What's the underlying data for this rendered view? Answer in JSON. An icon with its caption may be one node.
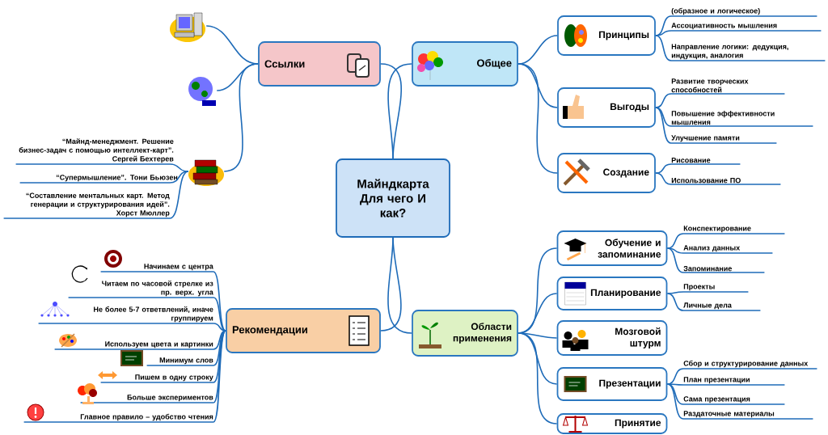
{
  "diagram": {
    "nodes": [
      {
        "text": [
          "Майндкарта Для чего И как?"
        ]
      },
      {
        "text": [
          "Ссылки"
        ]
      },
      {
        "text": [],
        "shape": "picture"
      },
      {
        "text": [],
        "shape": "picture"
      },
      {
        "text": [],
        "shape": "picture"
      },
      {
        "text": [
          "“Майнд-менеджмент. Решение бизнес-задач с помощью интеллект-карт”. Сергей Бехтерев"
        ]
      },
      {
        "text": [
          "“Супермышление”. Тони Бьюзен"
        ]
      },
      {
        "text": [
          "“Составление ментальных карт. Метод генерации и структурирования идей”. Хорст Мюллер"
        ]
      },
      {
        "text": [
          "Общее"
        ]
      },
      {
        "text": [
          "Принципы"
        ]
      },
      {
        "text": [
          "(образное и логическое)"
        ]
      },
      {
        "text": [
          "Ассоциативность мышления"
        ]
      },
      {
        "text": [
          "Направление логики: дедукция, индукция, аналогия"
        ]
      },
      {
        "text": [
          "Выгоды"
        ]
      },
      {
        "text": [
          "Развитие творческих способностей"
        ]
      },
      {
        "text": [
          "Повышение эффективности мышления"
        ]
      },
      {
        "text": [
          "Улучшение памяти"
        ]
      },
      {
        "text": [
          "Создание"
        ]
      },
      {
        "text": [
          "Рисование"
        ]
      },
      {
        "text": [
          "Использование ПО"
        ]
      },
      {
        "text": [
          "Рекомендации"
        ]
      },
      {
        "text": [
          "Начинаем с центра"
        ]
      },
      {
        "text": [
          "Читаем по часовой стрелке из пр. верх. угла"
        ]
      },
      {
        "text": [
          "Не более 5-7 ответвлений, иначе группируем"
        ]
      },
      {
        "text": [
          "Используем цвета и картинки"
        ]
      },
      {
        "text": [
          "Минимум слов"
        ]
      },
      {
        "text": [
          "Пишем в одну строку"
        ]
      },
      {
        "text": [
          "Больше экспериментов"
        ]
      },
      {
        "text": [
          "Главное правило – удобство чтения"
        ]
      },
      {
        "text": [
          "Области применения"
        ]
      },
      {
        "text": [
          "Обучение и запоминание"
        ]
      },
      {
        "text": [
          "Конспектирование"
        ]
      },
      {
        "text": [
          "Анализ данных"
        ]
      },
      {
        "text": [
          "Запоминание"
        ]
      },
      {
        "text": [
          "Планирование"
        ]
      },
      {
        "text": [
          "Проекты"
        ]
      },
      {
        "text": [
          "Личные дела"
        ]
      },
      {
        "text": [
          "Мозговой штурм"
        ]
      },
      {
        "text": [
          "Презентации"
        ]
      },
      {
        "text": [
          "Сбор и структурирование данных"
        ]
      },
      {
        "text": [
          "План презентации"
        ]
      },
      {
        "text": [
          "Сама презентация"
        ]
      },
      {
        "text": [
          "Раздаточные материалы"
        ]
      },
      {
        "text": [
          "Принятие"
        ]
      }
    ],
    "edges": [
      {
        "from": 0,
        "to": 1,
        "arrow": "none"
      },
      {
        "from": 1,
        "to": 2,
        "arrow": "none"
      },
      {
        "from": 1,
        "to": 3,
        "arrow": "none"
      },
      {
        "from": 1,
        "to": 4,
        "arrow": "none"
      },
      {
        "from": 4,
        "to": 5,
        "arrow": "none"
      },
      {
        "from": 4,
        "to": 6,
        "arrow": "none"
      },
      {
        "from": 4,
        "to": 7,
        "arrow": "none"
      },
      {
        "from": 0,
        "to": 8,
        "arrow": "none"
      },
      {
        "from": 8,
        "to": 9,
        "arrow": "none"
      },
      {
        "from": 9,
        "to": 10,
        "arrow": "none"
      },
      {
        "from": 9,
        "to": 11,
        "arrow": "none"
      },
      {
        "from": 9,
        "to": 12,
        "arrow": "none"
      },
      {
        "from": 8,
        "to": 13,
        "arrow": "none"
      },
      {
        "from": 13,
        "to": 14,
        "arrow": "none"
      },
      {
        "from": 13,
        "to": 15,
        "arrow": "none"
      },
      {
        "from": 13,
        "to": 16,
        "arrow": "none"
      },
      {
        "from": 8,
        "to": 17,
        "arrow": "none"
      },
      {
        "from": 17,
        "to": 18,
        "arrow": "none"
      },
      {
        "from": 17,
        "to": 19,
        "arrow": "none"
      },
      {
        "from": 0,
        "to": 20,
        "arrow": "none"
      },
      {
        "from": 20,
        "to": 21,
        "arrow": "none"
      },
      {
        "from": 20,
        "to": 22,
        "arrow": "none"
      },
      {
        "from": 20,
        "to": 23,
        "arrow": "none"
      },
      {
        "from": 20,
        "to": 24,
        "arrow": "none"
      },
      {
        "from": 20,
        "to": 25,
        "arrow": "none"
      },
      {
        "from": 20,
        "to": 26,
        "arrow": "none"
      },
      {
        "from": 20,
        "to": 27,
        "arrow": "none"
      },
      {
        "from": 20,
        "to": 28,
        "arrow": "none"
      },
      {
        "from": 0,
        "to": 29,
        "arrow": "none"
      },
      {
        "from": 29,
        "to": 30,
        "arrow": "none"
      },
      {
        "from": 30,
        "to": 31,
        "arrow": "none"
      },
      {
        "from": 30,
        "to": 32,
        "arrow": "none"
      },
      {
        "from": 30,
        "to": 33,
        "arrow": "none"
      },
      {
        "from": 29,
        "to": 34,
        "arrow": "none"
      },
      {
        "from": 34,
        "to": 35,
        "arrow": "none"
      },
      {
        "from": 34,
        "to": 36,
        "arrow": "none"
      },
      {
        "from": 29,
        "to": 37,
        "arrow": "none"
      },
      {
        "from": 29,
        "to": 38,
        "arrow": "none"
      },
      {
        "from": 38,
        "to": 39,
        "arrow": "none"
      },
      {
        "from": 38,
        "to": 40,
        "arrow": "none"
      },
      {
        "from": 38,
        "to": 41,
        "arrow": "none"
      },
      {
        "from": 38,
        "to": 42,
        "arrow": "none"
      },
      {
        "from": 29,
        "to": 43,
        "arrow": "none"
      }
    ]
  }
}
